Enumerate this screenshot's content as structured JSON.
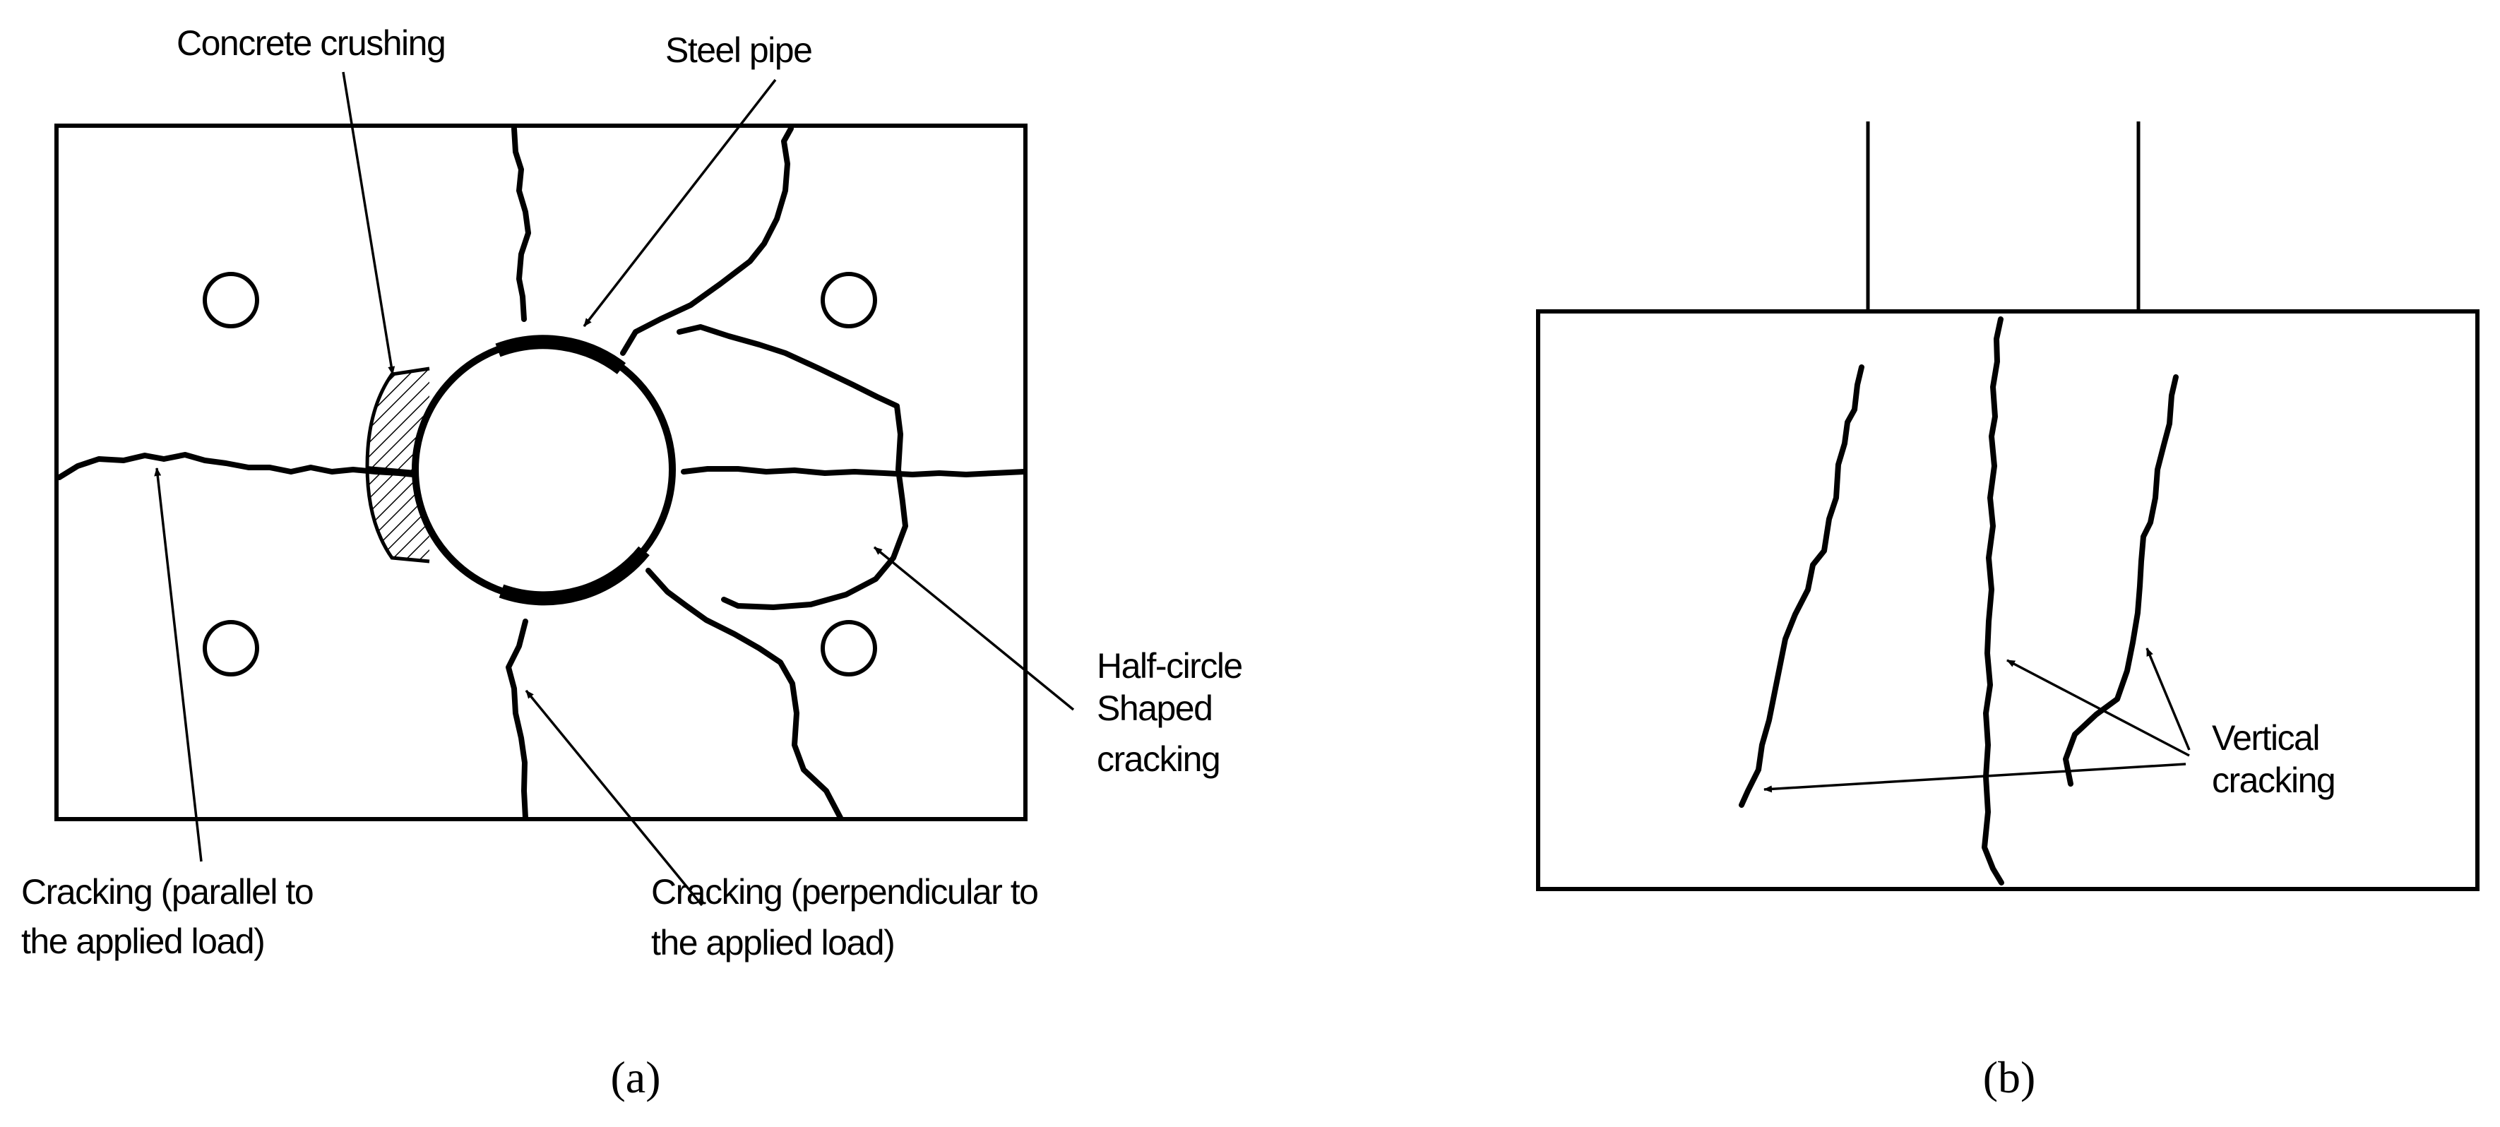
{
  "panel_a": {
    "caption": "(a)",
    "labels": {
      "concrete_crushing": "Concrete crushing",
      "steel_pipe": "Steel pipe",
      "half_circle_1": "Half-circle",
      "half_circle_2": "Shaped",
      "half_circle_3": "cracking",
      "parallel_1": "Cracking (parallel to",
      "parallel_2": "the applied load)",
      "perpendicular_1": "Cracking (perpendicular to",
      "perpendicular_2": "the applied load)"
    }
  },
  "panel_b": {
    "caption": "(b)",
    "labels": {
      "vertical_1": "Vertical",
      "vertical_2": "cracking"
    }
  }
}
